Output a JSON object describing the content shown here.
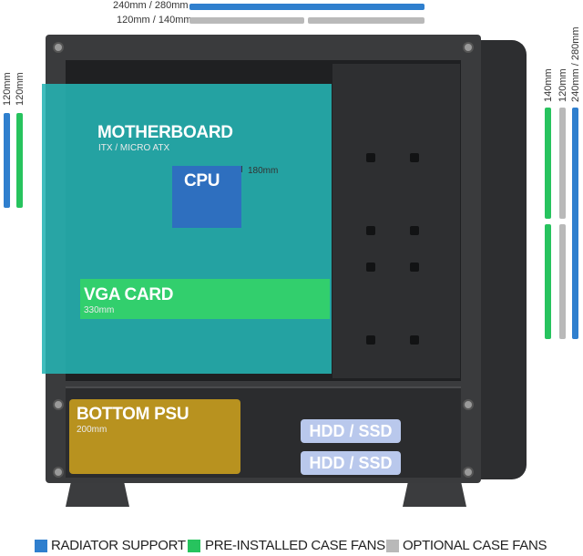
{
  "top_dims": {
    "radiator": "240mm / 280mm",
    "optional": "120mm / 140mm"
  },
  "left_dims": {
    "radiator": "120mm",
    "fan": "120mm"
  },
  "right_dims": {
    "radiator": "240mm / 280mm",
    "optional": "120mm",
    "fan": "140mm"
  },
  "components": {
    "motherboard": {
      "label": "MOTHERBOARD",
      "sub": "ITX / MICRO ATX"
    },
    "cpu": {
      "label": "CPU",
      "dim": "180mm"
    },
    "vga": {
      "label": "VGA CARD",
      "sub": "330mm"
    },
    "psu": {
      "label": "BOTTOM PSU",
      "sub": "200mm"
    },
    "hdd": [
      "HDD / SSD",
      "HDD / SSD"
    ]
  },
  "legend": [
    {
      "label": "RADIATOR SUPPORT",
      "color": "#2f7fce"
    },
    {
      "label": "PRE-INSTALLED CASE FANS",
      "color": "#27c35e"
    },
    {
      "label": "OPTIONAL CASE FANS",
      "color": "#b9b9b9"
    }
  ]
}
